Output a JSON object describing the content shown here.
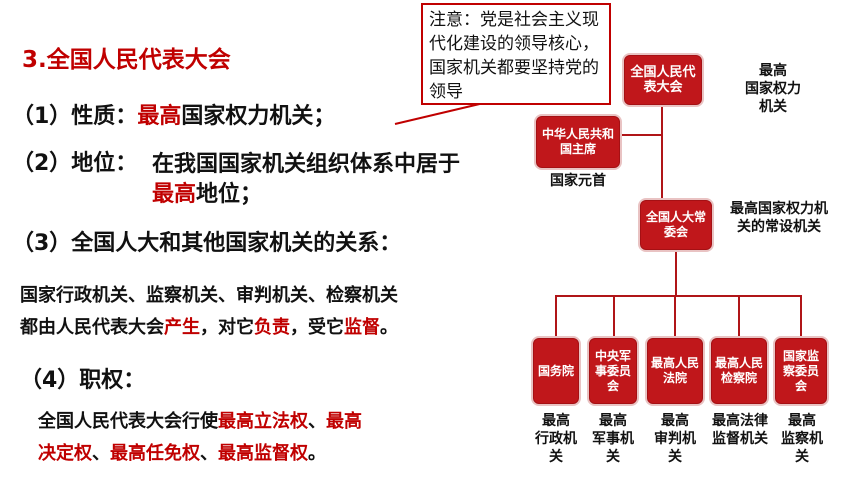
{
  "left": {
    "title": "3.全国人民代表大会",
    "nature_prefix": "（1）性质：",
    "nature_highlight": "最高",
    "nature_suffix": "国家权力机关；",
    "status_prefix": "（2）地位：",
    "status_line1": "在我国国家机关组织体系中居于",
    "status_highlight": "最高",
    "status_suffix": "地位；",
    "relation_heading": "（3）全国人大和其他国家机关的关系：",
    "relation_line1": "国家行政机关、监察机关、审判机关、检察机关",
    "relation_p1": "都由人民代表大会",
    "relation_h1": "产生",
    "relation_p2": "，对它",
    "relation_h2": "负责",
    "relation_p3": "，受它",
    "relation_h3": "监督",
    "relation_p4": "。",
    "powers_heading": "（4）职权：",
    "powers_p1": "全国人民代表大会行使",
    "powers_h1": "最高立法权",
    "powers_p2": "、",
    "powers_h2": "最高",
    "powers_h3": "决定权",
    "powers_p3": "、",
    "powers_h4": "最高任免权",
    "powers_p4": "、",
    "powers_h5": "最高监督权",
    "powers_p5": "。"
  },
  "note": {
    "text": "注意：党是社会主义现代化建设的领导核心，国家机关都要坚持党的领导"
  },
  "diagram": {
    "npc": {
      "label": "全国人民代表大会",
      "caption": "最高\n国家权力\n机关"
    },
    "president": {
      "label": "中华人民共和国主席",
      "caption": "国家元首"
    },
    "standing": {
      "label": "全国人大常委会",
      "caption": "最高国家权力机关的常设机关"
    },
    "bottom": [
      {
        "label": "国务院",
        "caption": "最高\n行政机\n关"
      },
      {
        "label": "中央军事委员会",
        "caption": "最高\n军事机\n关"
      },
      {
        "label": "最高人民法院",
        "caption": "最高\n审判机\n关"
      },
      {
        "label": "最高人民检察院",
        "caption": "最高法律\n监督机关"
      },
      {
        "label": "国家监察委员会",
        "caption": "最高\n监察机\n关"
      }
    ]
  }
}
